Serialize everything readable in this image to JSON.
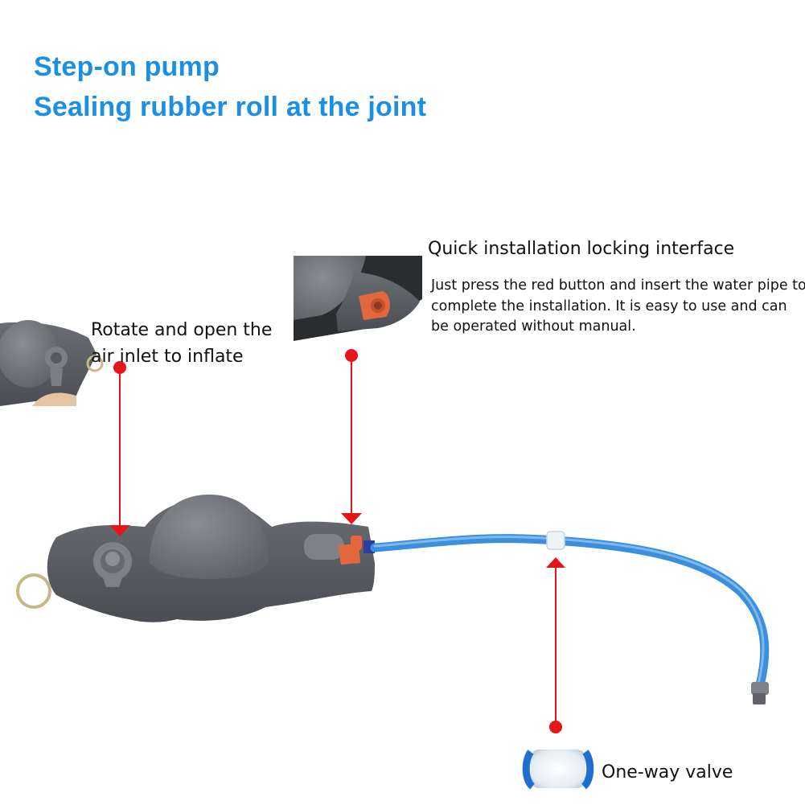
{
  "headlines": {
    "line1": "Step-on pump",
    "line2": "Sealing rubber roll at the joint"
  },
  "callouts": {
    "inflate": {
      "text": "Rotate and open the air inlet to inflate"
    },
    "quick_install": {
      "title": "Quick installation locking interface",
      "description": "Just press the red button and insert the water pipe to complete the installation. It is easy to use and can be operated without manual."
    },
    "valve": {
      "text": "One-way valve"
    }
  },
  "colors": {
    "headline": "#1a8fe3",
    "marker": "#e8141b",
    "pad": "#5d6166",
    "dome": "#74787c",
    "tube": "#3b8fdc"
  }
}
